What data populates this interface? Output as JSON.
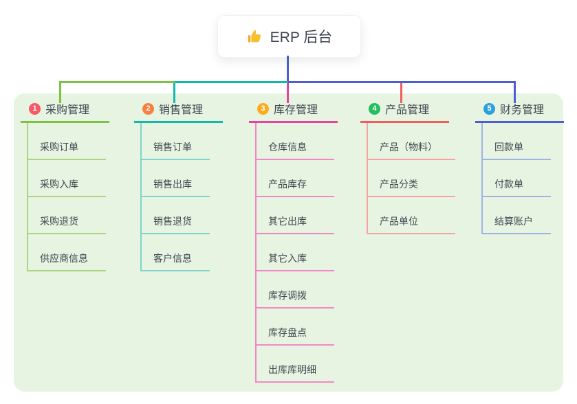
{
  "root": {
    "title": "ERP 后台",
    "icon": "thumbs-up-icon"
  },
  "palette": {
    "canvas_bg": "#ffffff",
    "panel_bg": "#e7f4e1",
    "text": "#3f4651",
    "root_connector": "#4a5fd3"
  },
  "branches": [
    {
      "num": "1",
      "label": "采购管理",
      "badge_color": "#f75965",
      "line_color": "#7cc244",
      "child_line_color": "#aad580",
      "children": [
        "采购订单",
        "采购入库",
        "采购退货",
        "供应商信息"
      ]
    },
    {
      "num": "2",
      "label": "销售管理",
      "badge_color": "#f97e41",
      "line_color": "#14b8ab",
      "child_line_color": "#7fd4ca",
      "children": [
        "销售订单",
        "销售出库",
        "销售退货",
        "客户信息"
      ]
    },
    {
      "num": "3",
      "label": "库存管理",
      "badge_color": "#fbab1e",
      "line_color": "#e8419e",
      "child_line_color": "#f387c4",
      "children": [
        "仓库信息",
        "产品库存",
        "其它出库",
        "其它入库",
        "库存调拨",
        "库存盘点",
        "出库库明细"
      ]
    },
    {
      "num": "4",
      "label": "产品管理",
      "badge_color": "#23bf5c",
      "line_color": "#f25b5b",
      "child_line_color": "#f8a3a3",
      "children": [
        "产品（物料）",
        "产品分类",
        "产品单位"
      ]
    },
    {
      "num": "5",
      "label": "财务管理",
      "badge_color": "#2aa0dd",
      "line_color": "#4a5fd3",
      "child_line_color": "#9fb2e6",
      "children": [
        "回款单",
        "付款单",
        "结算账户"
      ]
    }
  ]
}
